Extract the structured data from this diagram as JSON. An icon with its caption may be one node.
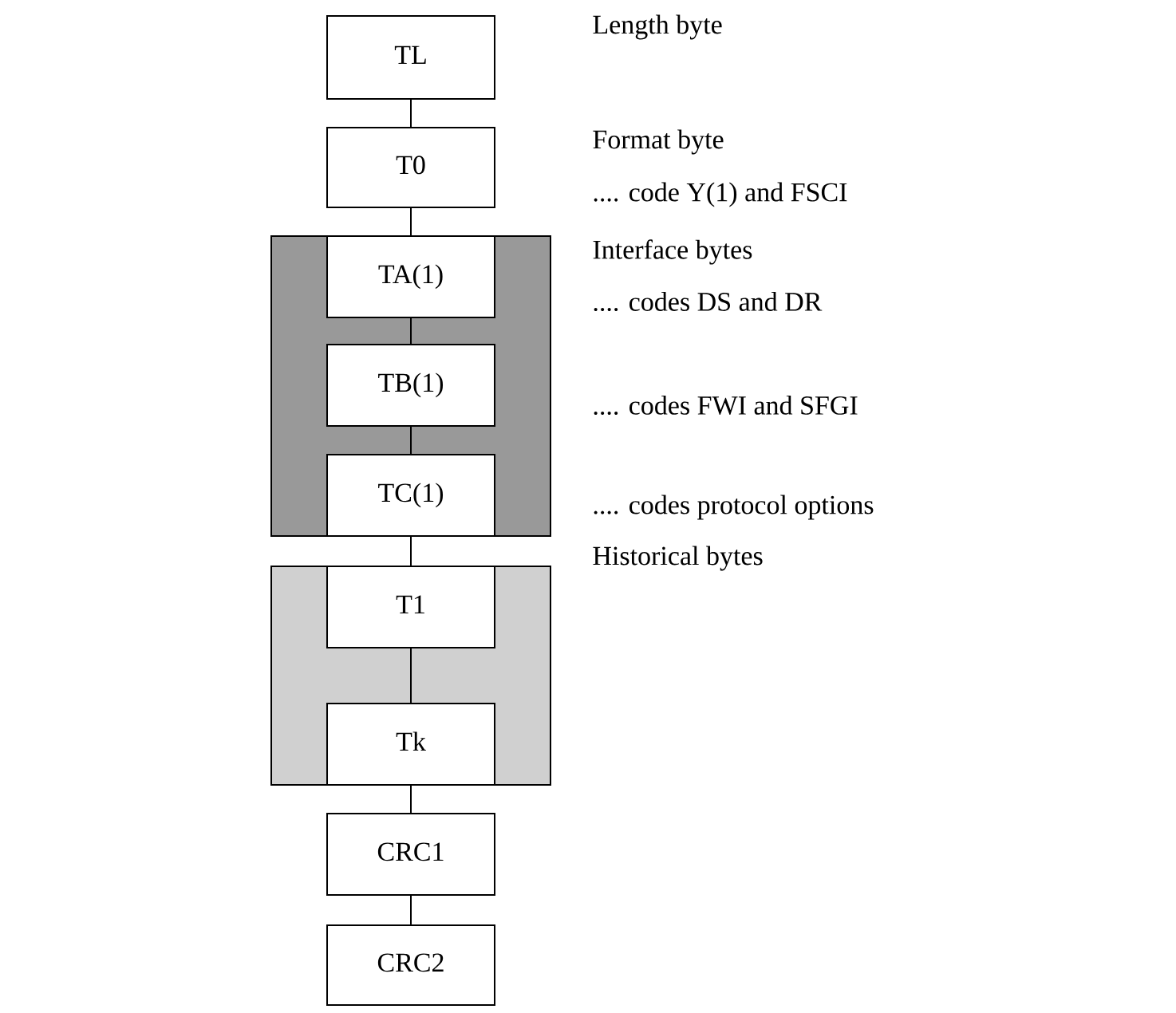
{
  "diagram": {
    "nodes": [
      {
        "text": [
          "TL"
        ],
        "beside": [
          "Length byte"
        ]
      },
      {
        "text": [
          "T0"
        ],
        "beside": [
          "Format byte",
          ".... code Y(1) and FSCI"
        ]
      },
      {
        "text": [],
        "shape": "box",
        "beside": [
          "Interface bytes"
        ]
      },
      {
        "text": [
          "TA(1)"
        ],
        "in": 2,
        "beside": [
          ".... codes DS and DR"
        ]
      },
      {
        "text": [
          "TB(1)"
        ],
        "in": 2,
        "beside": [
          ".... codes FWI and SFGI"
        ]
      },
      {
        "text": [
          "TC(1)"
        ],
        "in": 2,
        "beside": [
          ".... codes protocol options"
        ]
      },
      {
        "text": [],
        "shape": "box",
        "beside": [
          "Historical bytes"
        ]
      },
      {
        "text": [
          "T1"
        ],
        "in": 6
      },
      {
        "text": [
          "Tk"
        ],
        "in": 6
      },
      {
        "text": [
          "CRC1"
        ]
      },
      {
        "text": [
          "CRC2"
        ]
      }
    ],
    "edges": [
      {
        "from": 0,
        "to": 1,
        "arrow": "none"
      },
      {
        "from": 1,
        "to": 3,
        "arrow": "none"
      },
      {
        "from": 3,
        "to": 4,
        "arrow": "none"
      },
      {
        "from": 4,
        "to": 5,
        "arrow": "none"
      },
      {
        "from": 5,
        "to": 7,
        "arrow": "none"
      },
      {
        "from": 7,
        "to": 8,
        "arrow": "none"
      },
      {
        "from": 8,
        "to": 9,
        "arrow": "none"
      },
      {
        "from": 9,
        "to": 10,
        "arrow": "none"
      }
    ]
  }
}
